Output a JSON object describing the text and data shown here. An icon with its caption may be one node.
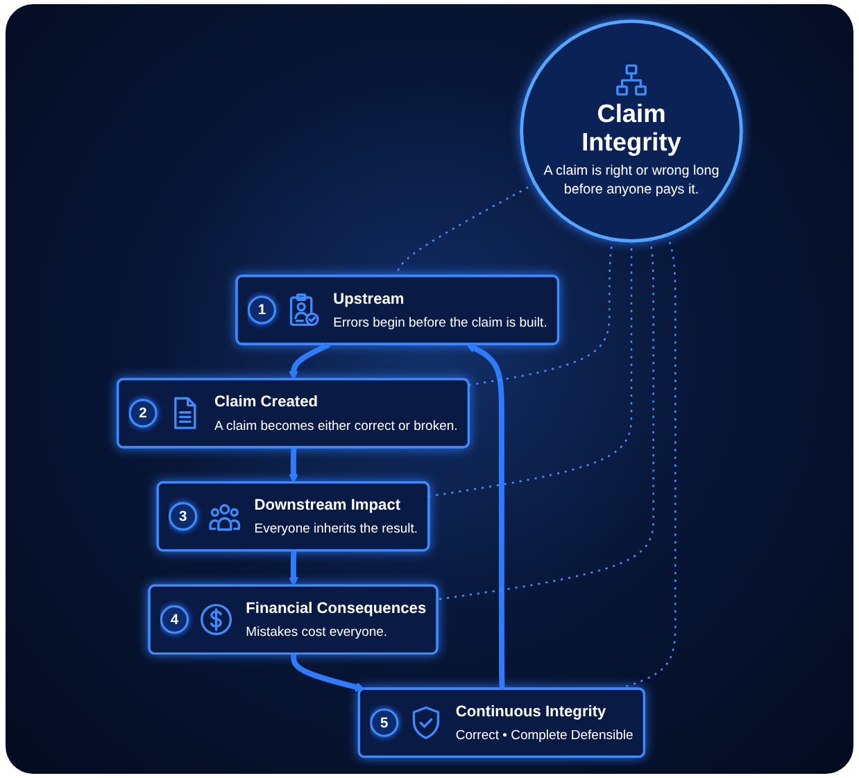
{
  "diagram": {
    "nodes": [
      {
        "text": [
          "Claim Integrity",
          "A claim is right or wrong long before anyone pays it."
        ]
      },
      {
        "text": [
          "1",
          "Upstream",
          "Errors begin before the claim is built."
        ]
      },
      {
        "text": [
          "2",
          "Claim Created",
          "A claim becomes either correct or broken."
        ]
      },
      {
        "text": [
          "3",
          "Downstream Impact",
          "Everyone inherits the result."
        ]
      },
      {
        "text": [
          "4",
          "Financial Consequences",
          "Mistakes cost everyone."
        ]
      },
      {
        "text": [
          "5",
          "Continuous Integrity",
          "Correct • Complete Defensible"
        ]
      }
    ],
    "edges": [
      {
        "from": 1,
        "to": 2,
        "arrow": "to",
        "style": "thick"
      },
      {
        "from": 2,
        "to": 3,
        "arrow": "to",
        "style": "thick"
      },
      {
        "from": 3,
        "to": 4,
        "arrow": "to",
        "style": "thick"
      },
      {
        "from": 4,
        "to": 5,
        "arrow": "to",
        "style": "thick"
      },
      {
        "from": 5,
        "to": 1,
        "arrow": "to",
        "style": "thick"
      },
      {
        "from": 0,
        "to": 1,
        "arrow": "none",
        "style": "dashed"
      },
      {
        "from": 0,
        "to": 2,
        "arrow": "none",
        "style": "dashed"
      },
      {
        "from": 0,
        "to": 3,
        "arrow": "none",
        "style": "dashed"
      },
      {
        "from": 0,
        "to": 4,
        "arrow": "none",
        "style": "dashed"
      },
      {
        "from": 0,
        "to": 5,
        "arrow": "none",
        "style": "dashed"
      }
    ]
  }
}
